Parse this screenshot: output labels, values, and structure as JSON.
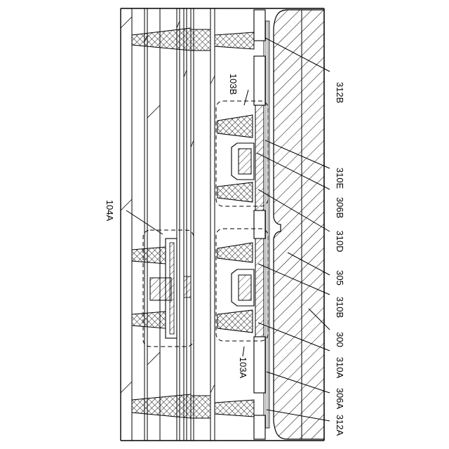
{
  "figure": {
    "background": "#ffffff",
    "stroke": "#000000",
    "labels": {
      "l_104A": "104A",
      "l_103B": "103B",
      "l_103A": "103A",
      "l_312B": "312B",
      "l_310E": "310E",
      "l_306B": "306B",
      "l_310D": "310D",
      "l_305": "305",
      "l_310B": "310B",
      "l_300": "300",
      "l_310A": "310A",
      "l_306A": "306A",
      "l_312A": "312A"
    }
  }
}
